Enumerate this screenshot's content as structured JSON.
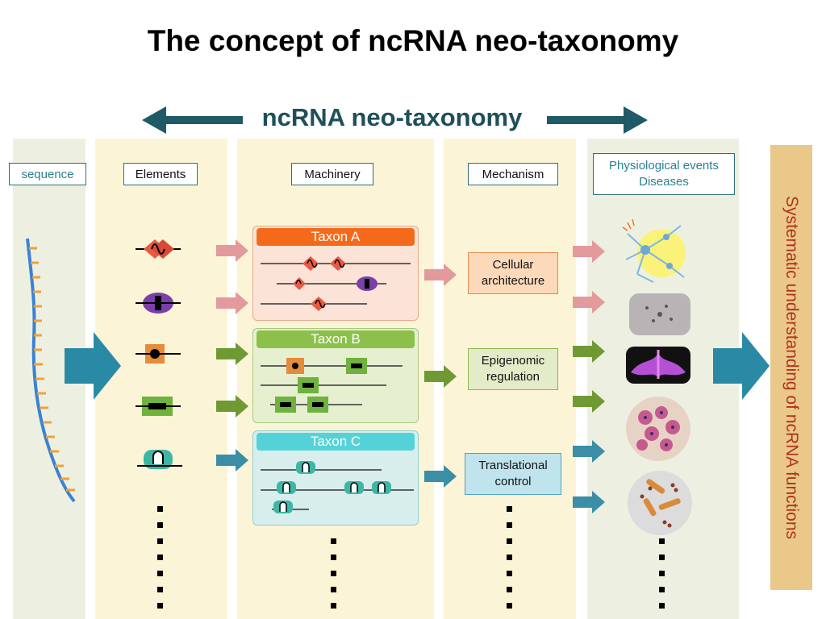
{
  "title": "The concept of ncRNA neo-taxonomy",
  "banner": {
    "label": "ncRNA neo-taxonomy"
  },
  "headers": {
    "sequence": "sequence",
    "elements": "Elements",
    "machinery": "Machinery",
    "mechanism": "Mechanism",
    "physio_line1": "Physiological events",
    "physio_line2": "Diseases"
  },
  "taxa": [
    {
      "label": "Taxon A",
      "color": "#f46a1a"
    },
    {
      "label": "Taxon B",
      "color": "#8cc04a"
    },
    {
      "label": "Taxon C",
      "color": "#55d2d8"
    }
  ],
  "mechanisms": [
    {
      "line1": "Cellular",
      "line2": "architecture"
    },
    {
      "line1": "Epigenomic",
      "line2": "regulation"
    },
    {
      "line1": "Translational",
      "line2": "control"
    }
  ],
  "side_label": "Systematic understanding of ncRNA functions",
  "colors": {
    "teal_arrow": "#2a8aa5",
    "pink_arrow": "#e29a9c",
    "green_arrow": "#6f9a33",
    "blue_arrow": "#3a8ea6",
    "banner_arrow": "#1f5a66",
    "side_text": "#b0321f"
  }
}
